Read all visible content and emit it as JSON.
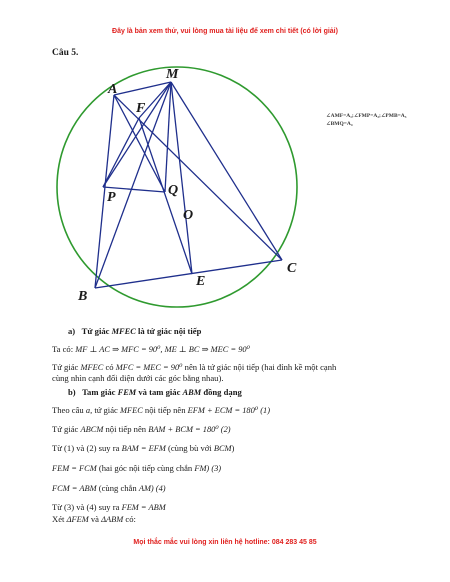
{
  "header": {
    "banner": "Đây là bản xem thử, vui lòng mua tài liệu để xem chi tiết (có lời giải)"
  },
  "question": {
    "label": "Câu 5."
  },
  "figure": {
    "labels": {
      "A": "A",
      "M": "M",
      "F": "F",
      "P": "P",
      "Q": "Q",
      "O": "O",
      "E": "E",
      "C": "C",
      "B": "B"
    },
    "angle_note": {
      "line1": "∠AMF=A₁;∠FMP=A₂;∠PMB=A₃",
      "line2": "∠BMQ=A₄"
    }
  },
  "solution": {
    "part_a": {
      "label": "a)",
      "title_pre": "Tứ giác ",
      "math": "MFEC",
      "title_post": " là tứ giác nội tiếp"
    },
    "line_tac": {
      "text": "Ta có: ",
      "math": "MF ⊥ AC ⇒ MFC = 90⁰, ME ⊥ BC ⇒ MEC = 90⁰"
    },
    "line_tugiac1": {
      "pre": "Tứ giác ",
      "math1": "MFEC",
      "mid": " có ",
      "math2": "MFC = MEC = 90⁰",
      "post": " nên là tứ giác nội tiếp (hai đỉnh kề một cạnh"
    },
    "line_tugiac1b": "cùng nhìn cạnh đối diện dưới các góc bằng nhau).",
    "part_b": {
      "label": "b)",
      "title_pre": "Tam giác ",
      "math1": "FEM",
      "mid": " và tam giác ",
      "math2": "ABM",
      "post": " đồng dạng"
    },
    "line_theo": {
      "pre": "Theo câu ",
      "math1": "a,",
      "mid": " tứ giác ",
      "math2": "MFEC",
      "mid2": " nội tiếp nên ",
      "math3": "EFM + ECM = 180⁰ (1)"
    },
    "line_abcm": {
      "pre": "Tứ giác ",
      "math1": "ABCM",
      "mid": " nội tiếp nên ",
      "math2": "BAM + BCM = 180⁰ (2)"
    },
    "line_tu12": {
      "pre": "Từ (1) và (2) suy ra ",
      "math1": "BAM = EFM",
      "mid": " (cùng bù với ",
      "math2": "BCM",
      "post": ")"
    },
    "line_fem": {
      "math1": "FEM = FCM",
      "mid": " (hai góc nội tiếp cùng chắn ",
      "math2": "FM) (3)"
    },
    "line_fcm": {
      "math1": "FCM = ABM",
      "mid": " (cùng chắn ",
      "math2": "AM) (4)"
    },
    "line_tu34": {
      "pre": "Từ (3) và (4) suy ra ",
      "math": "FEM = ABM"
    },
    "line_xet": {
      "pre": "Xét ",
      "math1": "ΔFEM",
      "mid": " và ",
      "math2": "ΔABM",
      "post": " có:"
    }
  },
  "footer": {
    "banner": "Mọi thắc mắc vui lòng xin liên hệ hotline: 084 283 45 85"
  },
  "colors": {
    "banner": "#e0201e",
    "circle": "#2f9a2f",
    "lines": "#1f2f8c"
  }
}
